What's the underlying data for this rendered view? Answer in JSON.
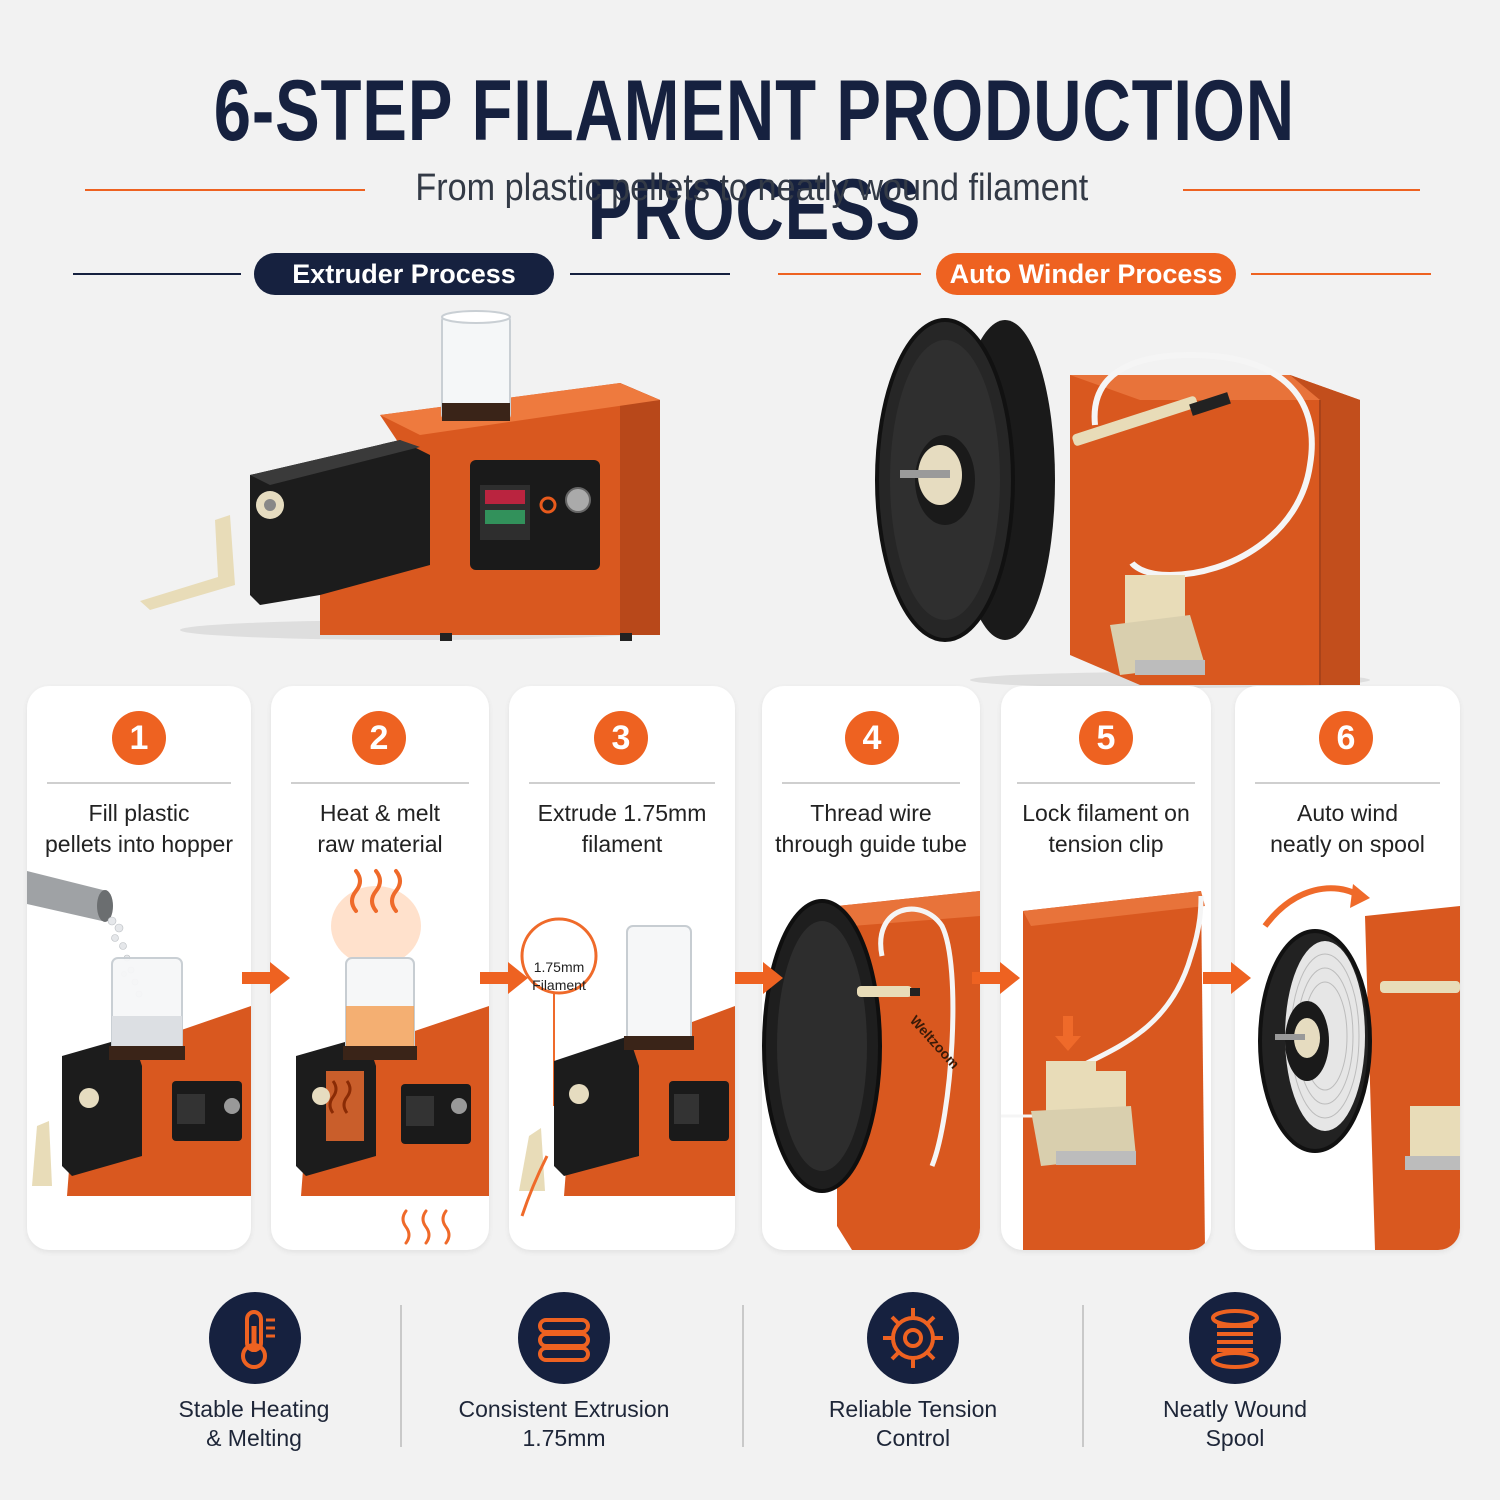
{
  "header": {
    "title": "6-STEP FILAMENT PRODUCTION PROCESS",
    "subtitle": "From plastic pellets to neatly wound filament"
  },
  "sections": {
    "extruder": "Extruder Process",
    "winder": "Auto Winder Process"
  },
  "steps": [
    {
      "number": "1",
      "text": "Fill plastic\npellets into hopper"
    },
    {
      "number": "2",
      "text": "Heat & melt\nraw material"
    },
    {
      "number": "3",
      "text": "Extrude 1.75mm\nfilament",
      "callout": "1.75mm\nFilament"
    },
    {
      "number": "4",
      "text": "Thread wire\nthrough guide tube",
      "brand": "Weltzoom"
    },
    {
      "number": "5",
      "text": "Lock filament on\ntension clip"
    },
    {
      "number": "6",
      "text": "Auto wind\nneatly on spool"
    }
  ],
  "features": [
    {
      "icon": "thermometer-icon",
      "label": "Stable Heating\n& Melting"
    },
    {
      "icon": "extrusion-lines-icon",
      "label": "Consistent Extrusion\n1.75mm"
    },
    {
      "icon": "gear-icon",
      "label": "Reliable Tension\nControl"
    },
    {
      "icon": "spool-icon",
      "label": "Neatly Wound\nSpool"
    }
  ],
  "colors": {
    "navy": "#16213f",
    "accent": "#ee6221",
    "machine_orange": "#d9581f",
    "background": "#f2f2f2"
  }
}
